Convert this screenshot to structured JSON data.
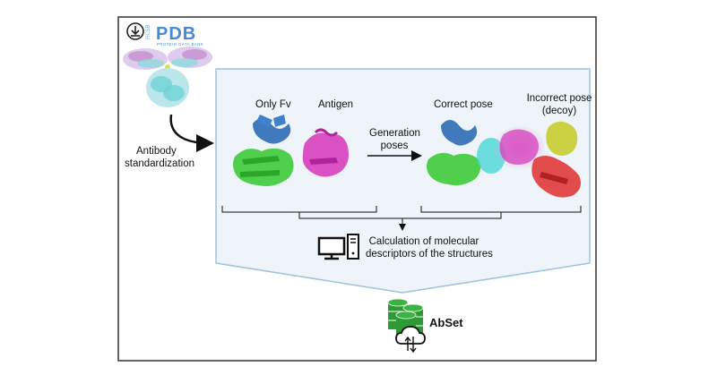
{
  "source": {
    "logo_text": "PDB",
    "logo_subtext": "PROTEIN DATA BANK",
    "logo_prefix": "RCSB",
    "download_icon": "download-icon"
  },
  "left": {
    "step_label_line1": "Antibody",
    "step_label_line2": "standardization"
  },
  "panel": {
    "only_fv_label": "Only Fv",
    "antigen_label": "Antigen",
    "generation_label_line1": "Generation",
    "generation_label_line2": "poses",
    "correct_pose_label": "Correct pose",
    "incorrect_pose_line1": "Incorrect pose",
    "incorrect_pose_line2": "(decoy)",
    "calc_line1": "Calculation of molecular",
    "calc_line2": "descriptors of the structures",
    "computer_icon": "computer-icon"
  },
  "output": {
    "dataset_name": "AbSet",
    "database_icon": "database-icon",
    "cloud_icon": "cloud-sync-icon"
  },
  "colors": {
    "frame": "#333333",
    "panel_fill": "#eef4f9",
    "panel_border": "#9cc3dc",
    "fv_heavy": "#2e6db5",
    "fv_light": "#3ecb3a",
    "antigen": "#d63fbd",
    "surface_cyan": "#3fd6d6",
    "decoy_yellow": "#c9cf3a",
    "decoy_red": "#e03a3a",
    "db_green": "#2e9a34",
    "arrow": "#111111"
  }
}
